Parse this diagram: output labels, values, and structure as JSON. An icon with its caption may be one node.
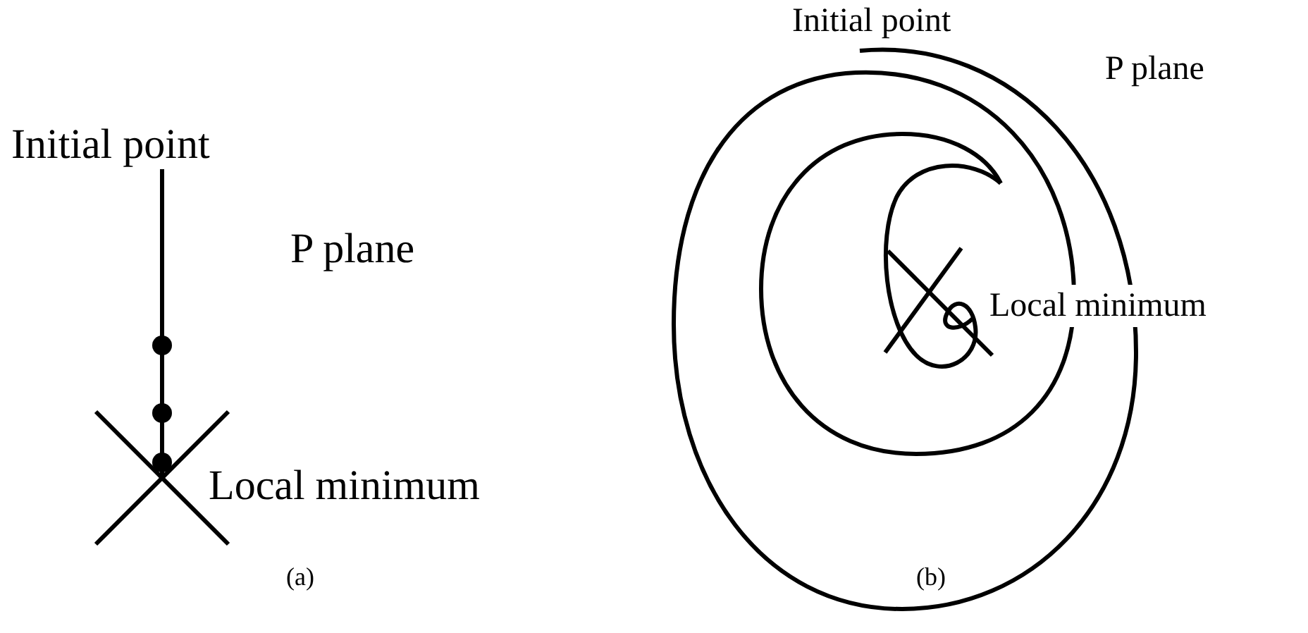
{
  "diagram": {
    "labels": [
      "Initial point",
      "P plane",
      "Local minimum",
      "(a)",
      "Initial point",
      "P plane",
      "Local minimum",
      "(b)"
    ]
  }
}
